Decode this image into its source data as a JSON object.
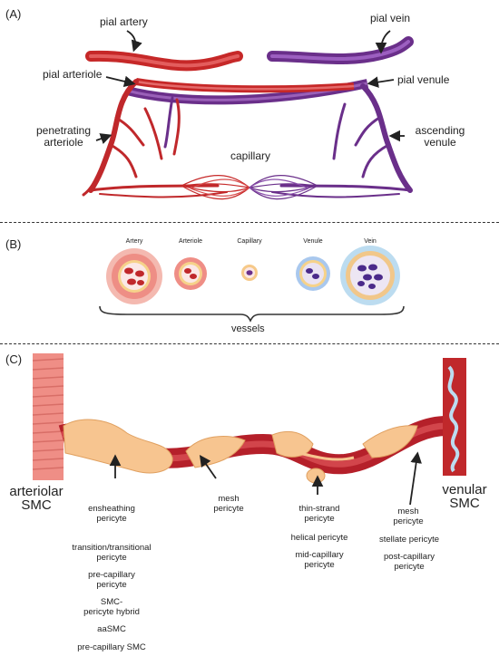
{
  "panels": {
    "a": "(A)",
    "b": "(B)",
    "c": "(C)"
  },
  "panel_a": {
    "pial_artery": "pial artery",
    "pial_vein": "pial vein",
    "pial_arteriole": "pial arteriole",
    "pial_venule": "pial venule",
    "penetrating_arteriole": [
      "penetrating",
      "arteriole"
    ],
    "ascending_venule": [
      "ascending",
      "venule"
    ],
    "capillary": "capillary"
  },
  "panel_b": {
    "vessels": [
      "Artery",
      "Arteriole",
      "Capillary",
      "Venule",
      "Vein"
    ],
    "group_label": "vessels"
  },
  "panel_c": {
    "arteriolar_smc": [
      "arteriolar",
      "SMC"
    ],
    "venular_smc": [
      "venular",
      "SMC"
    ],
    "ensheathing": [
      "ensheathing",
      "pericyte"
    ],
    "ensheathing_synonyms": [
      [
        "transition/transitional",
        "pericyte"
      ],
      [
        "pre-capillary",
        "pericyte"
      ],
      [
        "SMC-",
        "pericyte hybrid"
      ],
      [
        "aaSMC"
      ],
      [
        "pre-capillary SMC"
      ]
    ],
    "mesh": [
      "mesh",
      "pericyte"
    ],
    "thin_strand": [
      "thin-strand",
      "pericyte"
    ],
    "thin_strand_synonyms": [
      [
        "helical pericyte"
      ],
      [
        "mid-capillary",
        "pericyte"
      ]
    ],
    "mesh_post": [
      "mesh",
      "pericyte"
    ],
    "mesh_post_synonyms": [
      [
        "stellate pericyte"
      ],
      [
        "post-capillary",
        "pericyte"
      ]
    ]
  },
  "colors": {
    "artery": "#c62828",
    "vein": "#6a2f8a",
    "pericyte": "#f5c28e",
    "smc": "#ef8e86",
    "venular_blue": "#bcdcf0"
  }
}
